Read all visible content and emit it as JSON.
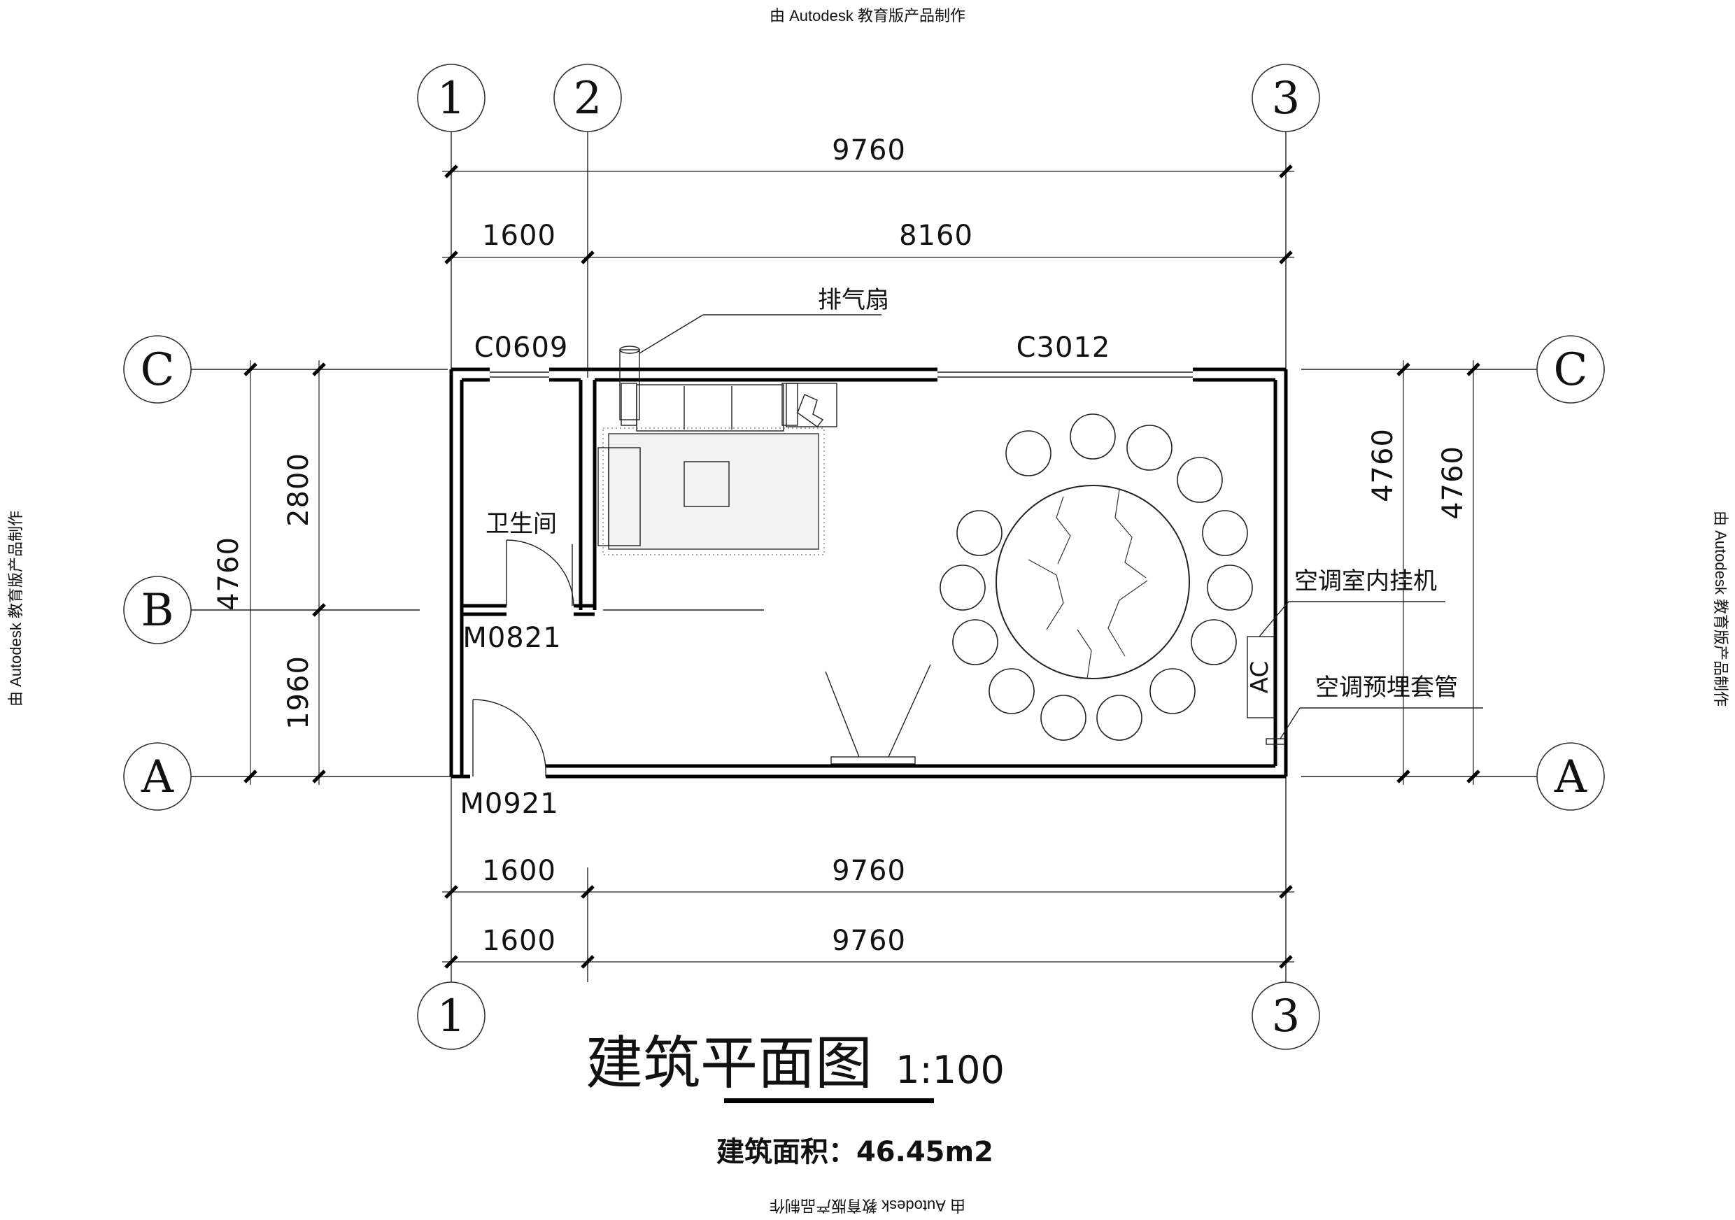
{
  "watermark": "由 Autodesk 教育版产品制作",
  "axes": {
    "col_1": "1",
    "col_2": "2",
    "col_3": "3",
    "row_a": "A",
    "row_b": "B",
    "row_c": "C"
  },
  "dimensions": {
    "top_total": "9760",
    "top_left": "1600",
    "top_right": "8160",
    "bottom_row1_left": "1600",
    "bottom_row1_right": "9760",
    "bottom_row2_left": "1600",
    "bottom_row2_right": "9760",
    "left_total": "4760",
    "left_upper": "2800",
    "left_lower": "1960",
    "right_inner": "4760",
    "right_outer": "4760"
  },
  "labels": {
    "window_small": "C0609",
    "window_large": "C3012",
    "exhaust_fan": "排气扇",
    "bathroom": "卫生间",
    "door_bathroom": "M0821",
    "door_entry": "M0921",
    "ac_unit": "空调室内挂机",
    "ac_pipe": "空调预埋套管",
    "ac_symbol": "AC"
  },
  "title": {
    "name": "建筑平面图",
    "scale": "1:100",
    "area": "建筑面积：46.45m2"
  }
}
